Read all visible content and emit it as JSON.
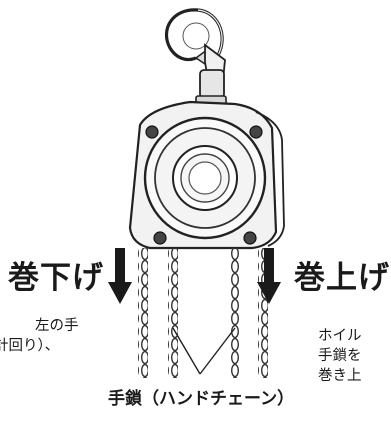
{
  "labels": {
    "lower": "巻下げ",
    "raise": "巻上げ",
    "left_note_line1": "左の手",
    "left_note_line2": "計回り）、",
    "right_note_line1": "ホイル",
    "right_note_line2": "手鎖を",
    "right_note_line3": "巻き上",
    "caption": "手鎖（ハンドチェーン）"
  }
}
